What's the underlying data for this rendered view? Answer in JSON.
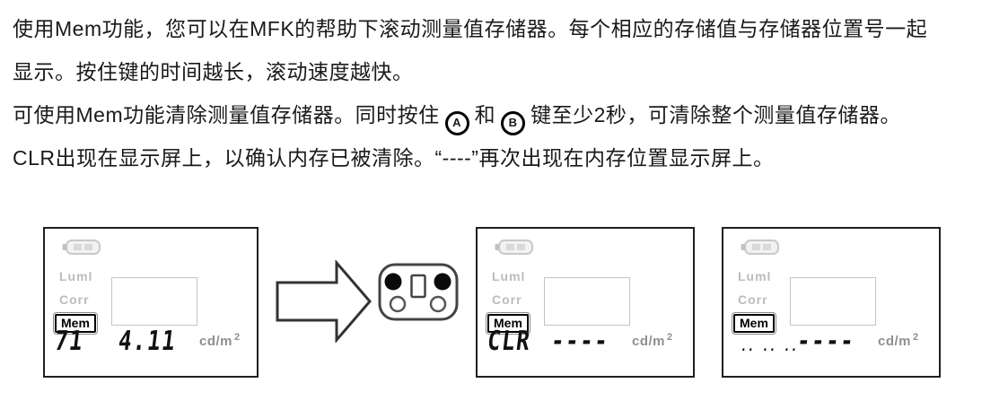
{
  "text": {
    "line1": "使用Mem功能，您可以在MFK的帮助下滚动测量值存储器。每个相应的存储值与存储器位置号一起",
    "line2": "显示。按住键的时间越长，滚动速度越快。",
    "line3_pre": "可使用Mem功能清除测量值存储器。同时按住",
    "button_a": "A",
    "line3_mid": "和",
    "button_b": "B",
    "line3_post": "键至少2秒，可清除整个测量值存储器。",
    "line4": "CLR出现在显示屏上，以确认内存已被清除。“----”再次出现在内存位置显示屏上。"
  },
  "panels": [
    {
      "indicator_luml": "Luml",
      "indicator_corr": "Corr",
      "indicator_mem": "Mem",
      "memory_display": "71",
      "value_display": "4.11",
      "unit": "cd/m",
      "unit_exp": "2"
    },
    {
      "indicator_luml": "Luml",
      "indicator_corr": "Corr",
      "indicator_mem": "Mem",
      "memory_display": "CLR",
      "value_display": "----",
      "unit": "cd/m",
      "unit_exp": "2"
    },
    {
      "indicator_luml": "Luml",
      "indicator_corr": "Corr",
      "indicator_mem": "Mem",
      "memory_display": ".. .. ..",
      "value_display": "----",
      "unit": "cd/m",
      "unit_exp": "2"
    }
  ],
  "colors": {
    "text": "#1a1a1a",
    "faint_indicator": "#bcbcbc",
    "unit_gray": "#8f8f8f",
    "panel_border": "#1f1f1f"
  }
}
